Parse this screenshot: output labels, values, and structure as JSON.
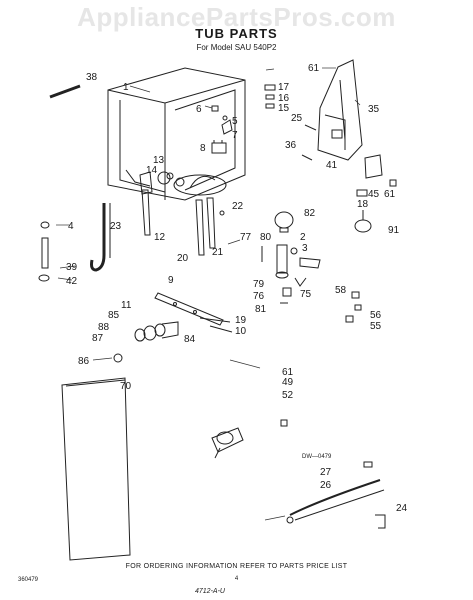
{
  "watermark": "AppliancePartsPros.com",
  "title": "TUB PARTS",
  "subtitle": "For Model SAU 540P2",
  "diagram_code": "DW—0479",
  "footer": "FOR ORDERING INFORMATION REFER TO PARTS PRICE LIST",
  "bottom_left_code": "360479",
  "page_number": "4",
  "handwritten": "4712-A-U",
  "callouts": {
    "c1": "1",
    "c2": "2",
    "c3": "3",
    "c4": "4",
    "c5": "5",
    "c6": "6",
    "c7": "7",
    "c8": "8",
    "c9": "9",
    "c10": "10",
    "c11": "11",
    "c12": "12",
    "c13": "13",
    "c14": "14",
    "c15": "15",
    "c16": "16",
    "c17": "17",
    "c18": "18",
    "c19": "19",
    "c20": "20",
    "c21": "21",
    "c22": "22",
    "c23": "23",
    "c24": "24",
    "c25": "25",
    "c26": "26",
    "c27": "27",
    "c35": "35",
    "c36": "36",
    "c38": "38",
    "c39": "39",
    "c41": "41",
    "c42": "42",
    "c45": "45",
    "c49": "49",
    "c52": "52",
    "c55": "55",
    "c56": "56",
    "c58": "58",
    "c61a": "61",
    "c61b": "61",
    "c61c": "61",
    "c70": "70",
    "c75": "75",
    "c76": "76",
    "c77": "77",
    "c79": "79",
    "c80": "80",
    "c81": "81",
    "c82": "82",
    "c84": "84",
    "c85": "85",
    "c86": "86",
    "c87": "87",
    "c88": "88",
    "c91": "91"
  }
}
